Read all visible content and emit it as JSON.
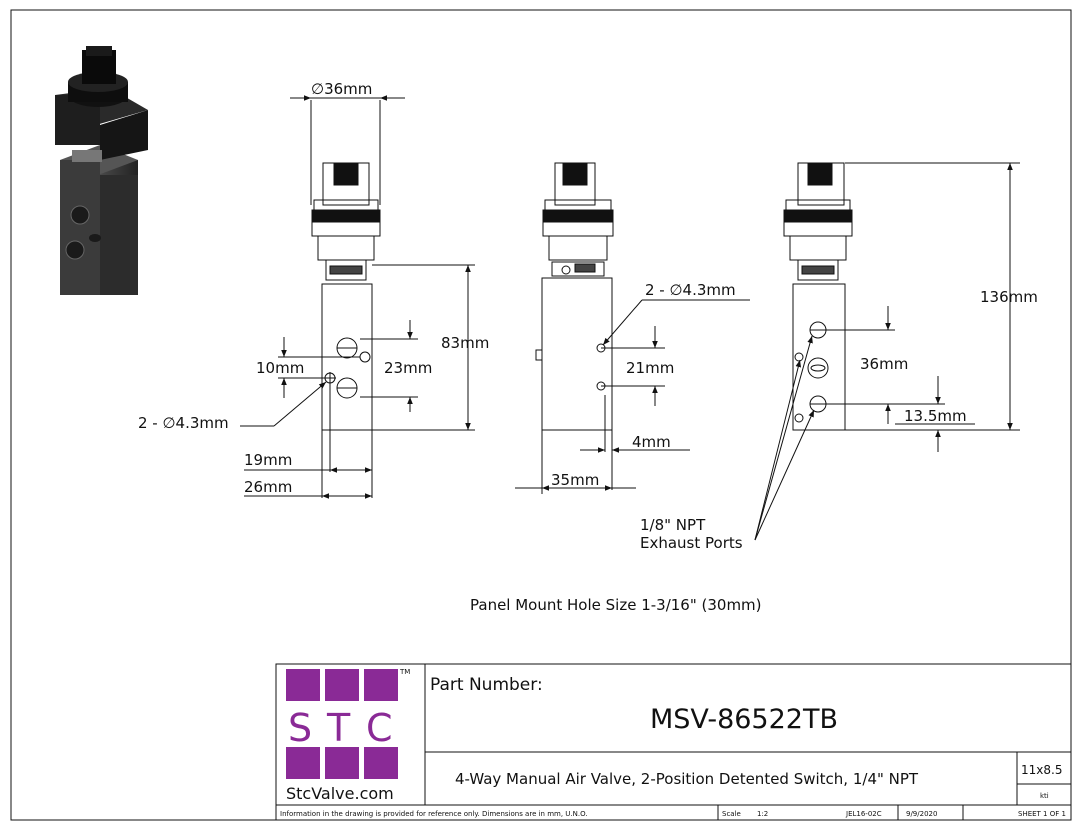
{
  "drawing": {
    "phi_symbol": "∅",
    "dims": {
      "top_diameter": "36mm",
      "front_height": "83mm",
      "front_hole_spacing": "23mm",
      "front_offset": "10mm",
      "front_holes": "2 - ∅4.3mm",
      "front_width_inner": "19mm",
      "front_width": "26mm",
      "side_holes": "2 - ∅4.3mm",
      "side_hole_spacing": "21mm",
      "side_offset": "4mm",
      "side_width": "35mm",
      "right_height": "136mm",
      "right_port_spacing": "36mm",
      "right_bottom_offset": "13.5mm"
    },
    "callout_line1": "1/8\" NPT",
    "callout_line2": "Exhaust Ports",
    "panel_note": "Panel Mount Hole Size 1-3/16\" (30mm)"
  },
  "title_block": {
    "logo_letters": [
      "S",
      "T",
      "C"
    ],
    "logo_tm": "TM",
    "website": "StcValve.com",
    "part_number_label": "Part Number:",
    "part_number": "MSV-86522TB",
    "description": "4-Way Manual Air Valve, 2-Position Detented Switch, 1/4\" NPT",
    "sheet_size": "11x8.5",
    "drawn_by": "kti",
    "info_note": "Information in the drawing is provided for reference only. Dimensions are in mm, U.N.O.",
    "scale_label": "Scale",
    "scale_value": "1:2",
    "drawing_id": "JEL16-02C",
    "date": "9/9/2020",
    "sheet": "SHEET 1 OF 1"
  },
  "colors": {
    "brand": "#8a2a96",
    "line": "#111111",
    "valve_body": "#3a3a3a"
  }
}
